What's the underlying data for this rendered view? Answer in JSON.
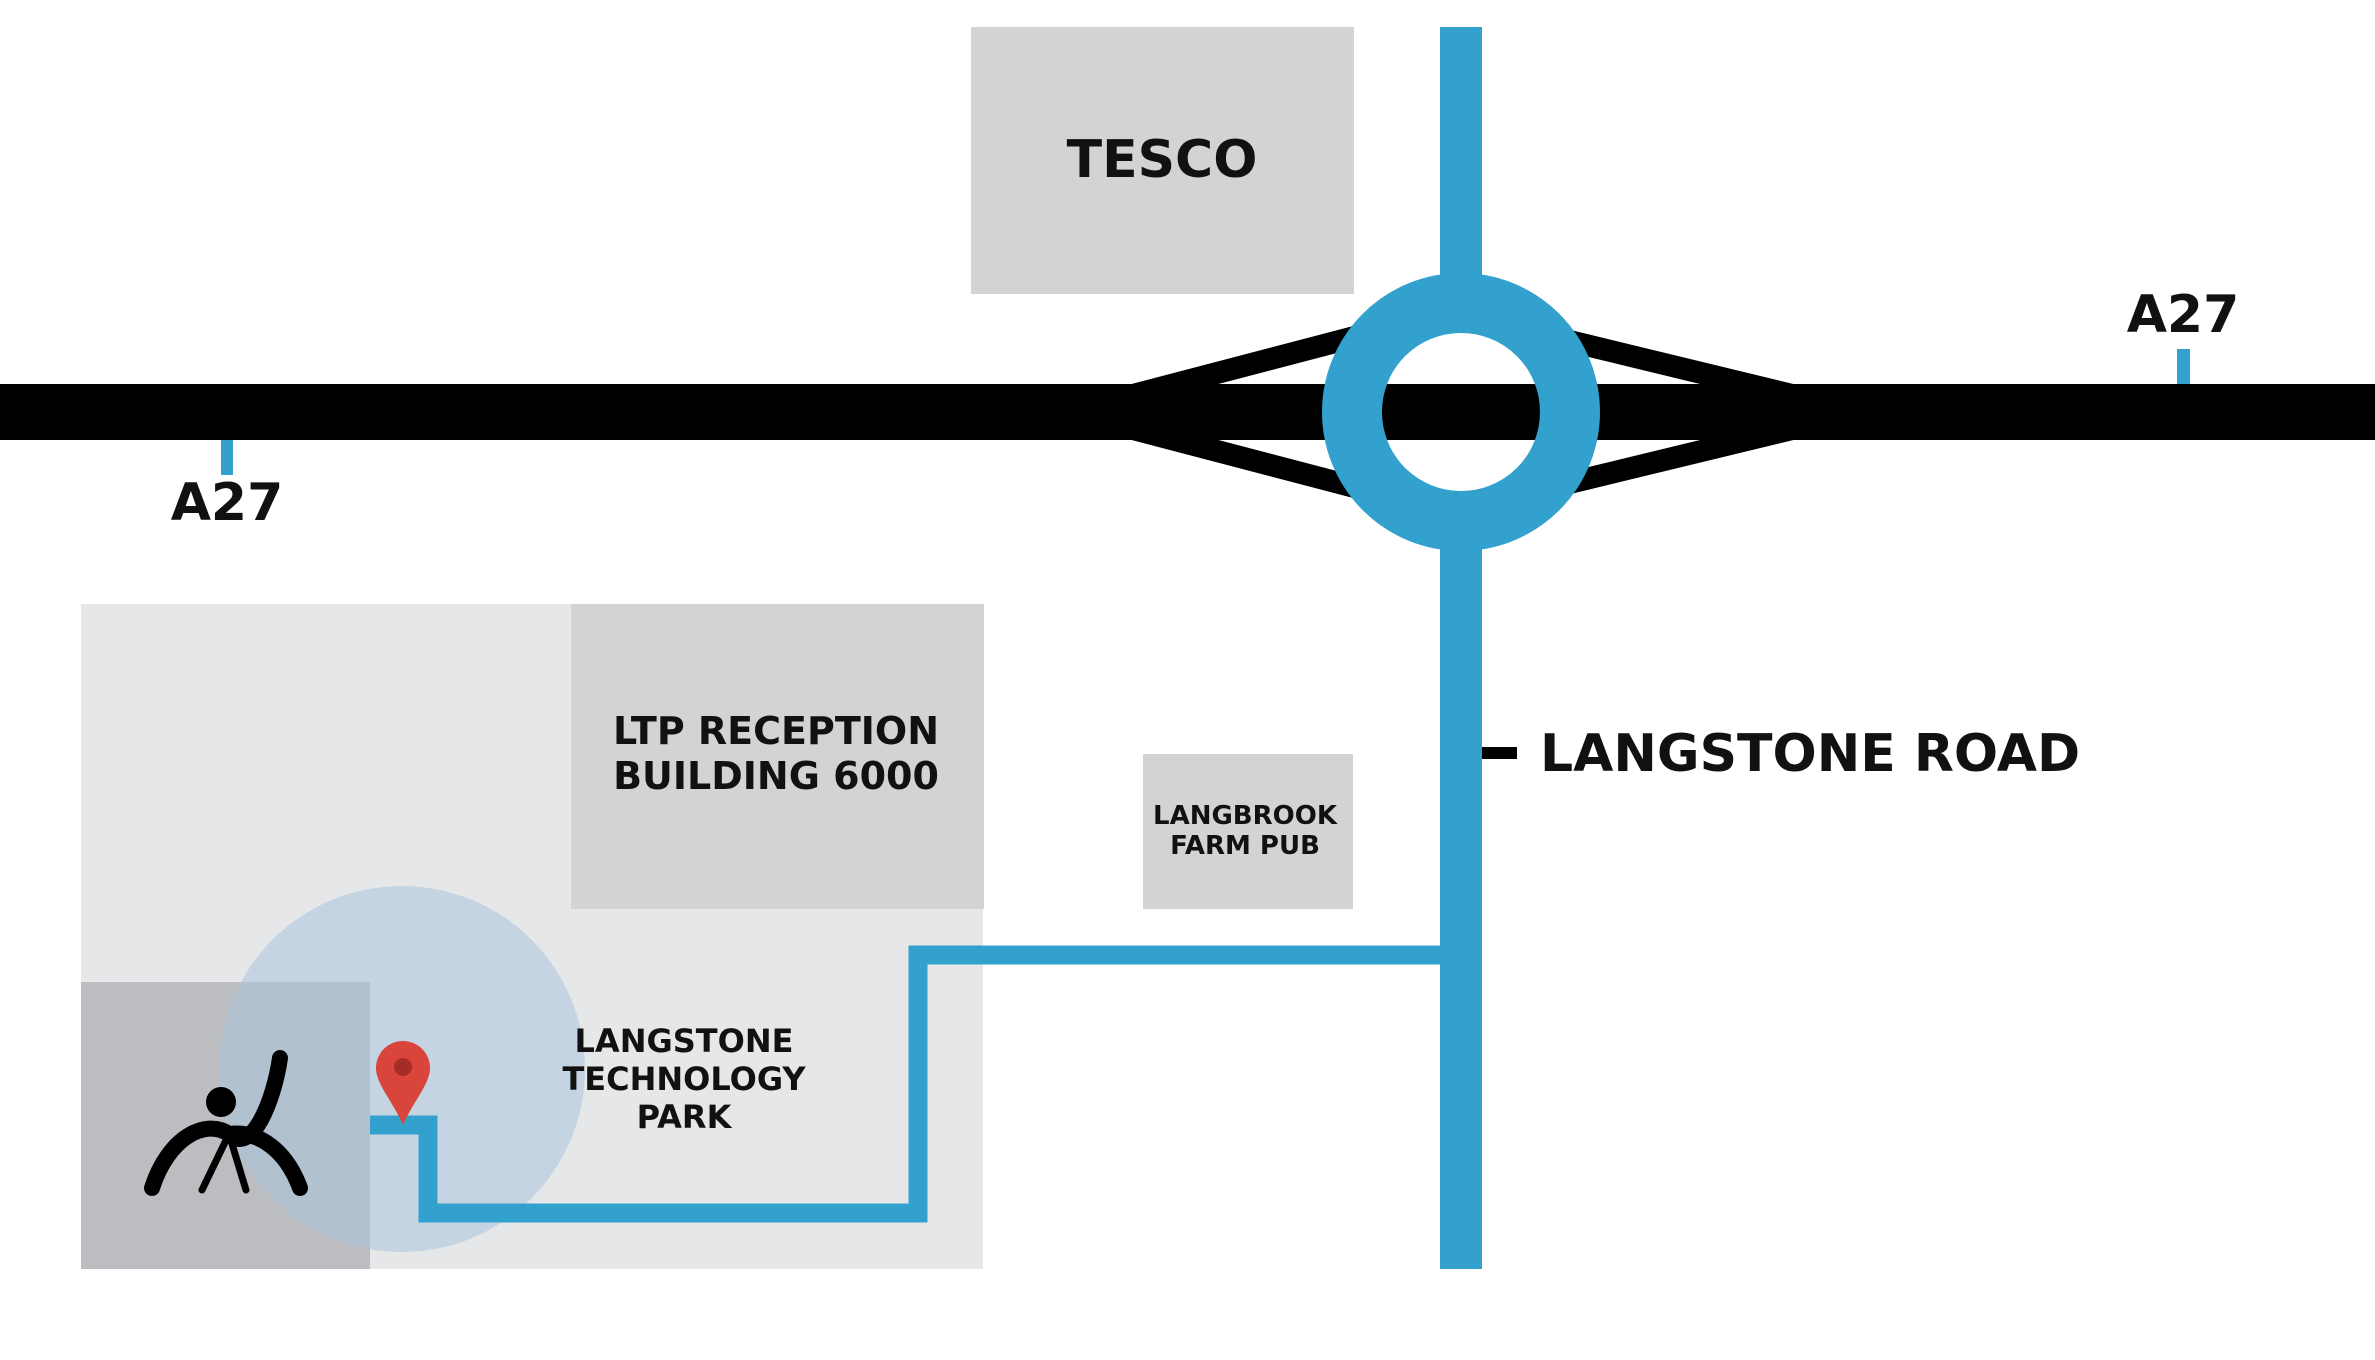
{
  "labels": {
    "tesco": "TESCO",
    "a27_left": "A27",
    "a27_right": "A27",
    "langstone_road": "LANGSTONE ROAD",
    "ltp_reception_line1": "LTP RECEPTION",
    "ltp_reception_line2": "BUILDING 6000",
    "langbrook_line1": "LANGBROOK",
    "langbrook_line2": "FARM PUB",
    "tech_park_line1": "LANGSTONE",
    "tech_park_line2": "TECHNOLOGY",
    "tech_park_line3": "PARK"
  },
  "icons": {
    "destination_pin": "map-pin-icon",
    "venue_logo": "stretching-figure-logo"
  },
  "colors": {
    "route_blue": "#32a1cd",
    "road_black": "#000000",
    "building_grey": "#d2d3d5",
    "park_area": "#e6e7e9",
    "venue_box": "#bcbdc0",
    "highlight_circle": "#c8d8e6",
    "pin_red": "#d9453b"
  }
}
